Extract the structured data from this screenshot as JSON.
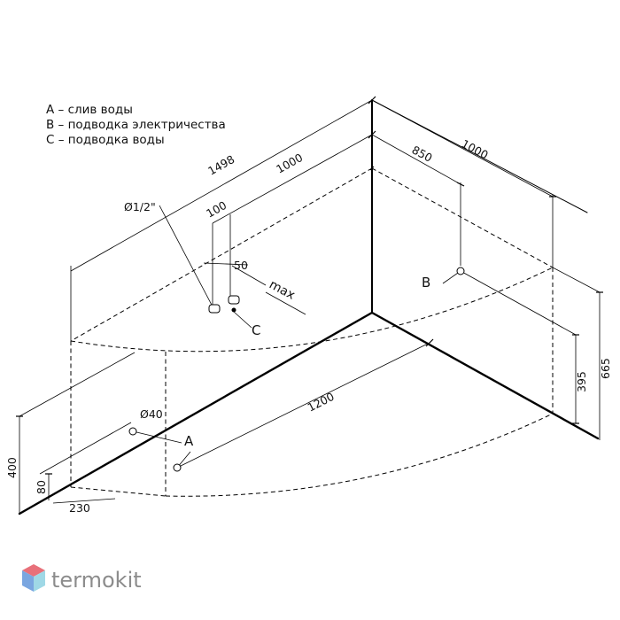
{
  "legend": [
    "A – слив воды",
    "B – подводка электричества",
    "C – подводка воды"
  ],
  "dimensions": {
    "length_total": "1498",
    "length_left_wall": "1000",
    "right_wall_total": "1000",
    "right_wall_to_b": "850",
    "pipe_diameter": "Ø1/2\"",
    "c_offset": "100",
    "c_spacing": "50",
    "c_max": "max",
    "front_diagonal": "1200",
    "drain_diameter": "Ø40",
    "height_400": "400",
    "height_80": "80",
    "drain_offset": "230",
    "height_395": "395",
    "height_665": "665"
  },
  "labels": {
    "a": "A",
    "b": "B",
    "c": "C"
  },
  "brand": {
    "name": "termokit",
    "colors": [
      "#e8707a",
      "#7aa6e0",
      "#9fd8e6"
    ]
  }
}
